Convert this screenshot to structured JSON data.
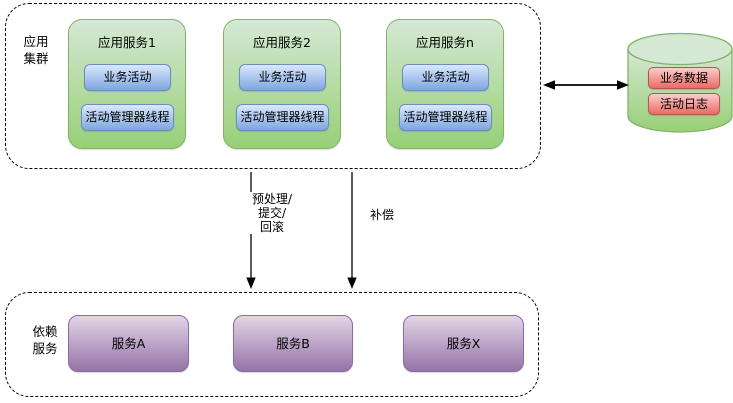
{
  "app_cluster": {
    "label": "应用\n集群",
    "services": [
      {
        "title": "应用服务1",
        "activity_label": "业务活动",
        "manager_label": "活动管理器线程"
      },
      {
        "title": "应用服务2",
        "activity_label": "业务活动",
        "manager_label": "活动管理器线程"
      },
      {
        "title": "应用服务n",
        "activity_label": "业务活动",
        "manager_label": "活动管理器线程"
      }
    ]
  },
  "database": {
    "data_label": "业务数据",
    "log_label": "活动日志"
  },
  "edges": {
    "prepare_label": "预处理/\n提交/\n回滚",
    "compensate_label": "补偿"
  },
  "dependency": {
    "label": "依赖\n服务",
    "services": [
      {
        "label": "服务A"
      },
      {
        "label": "服务B"
      },
      {
        "label": "服务X"
      }
    ]
  },
  "colors": {
    "green_fill_top": "#d5e8d4",
    "green_fill_bottom": "#97d077",
    "green_stroke": "#82b366",
    "blue_fill_top": "#dae8fc",
    "blue_fill_bottom": "#7ea6e0",
    "blue_stroke": "#6c8ebf",
    "red_fill_top": "#f8cecc",
    "red_fill_bottom": "#ea6b66",
    "red_stroke": "#b85450",
    "purple_fill_top": "#e1d5e7",
    "purple_fill_bottom": "#9673a6",
    "purple_stroke": "#8c6aa5",
    "line_color": "#000000"
  }
}
